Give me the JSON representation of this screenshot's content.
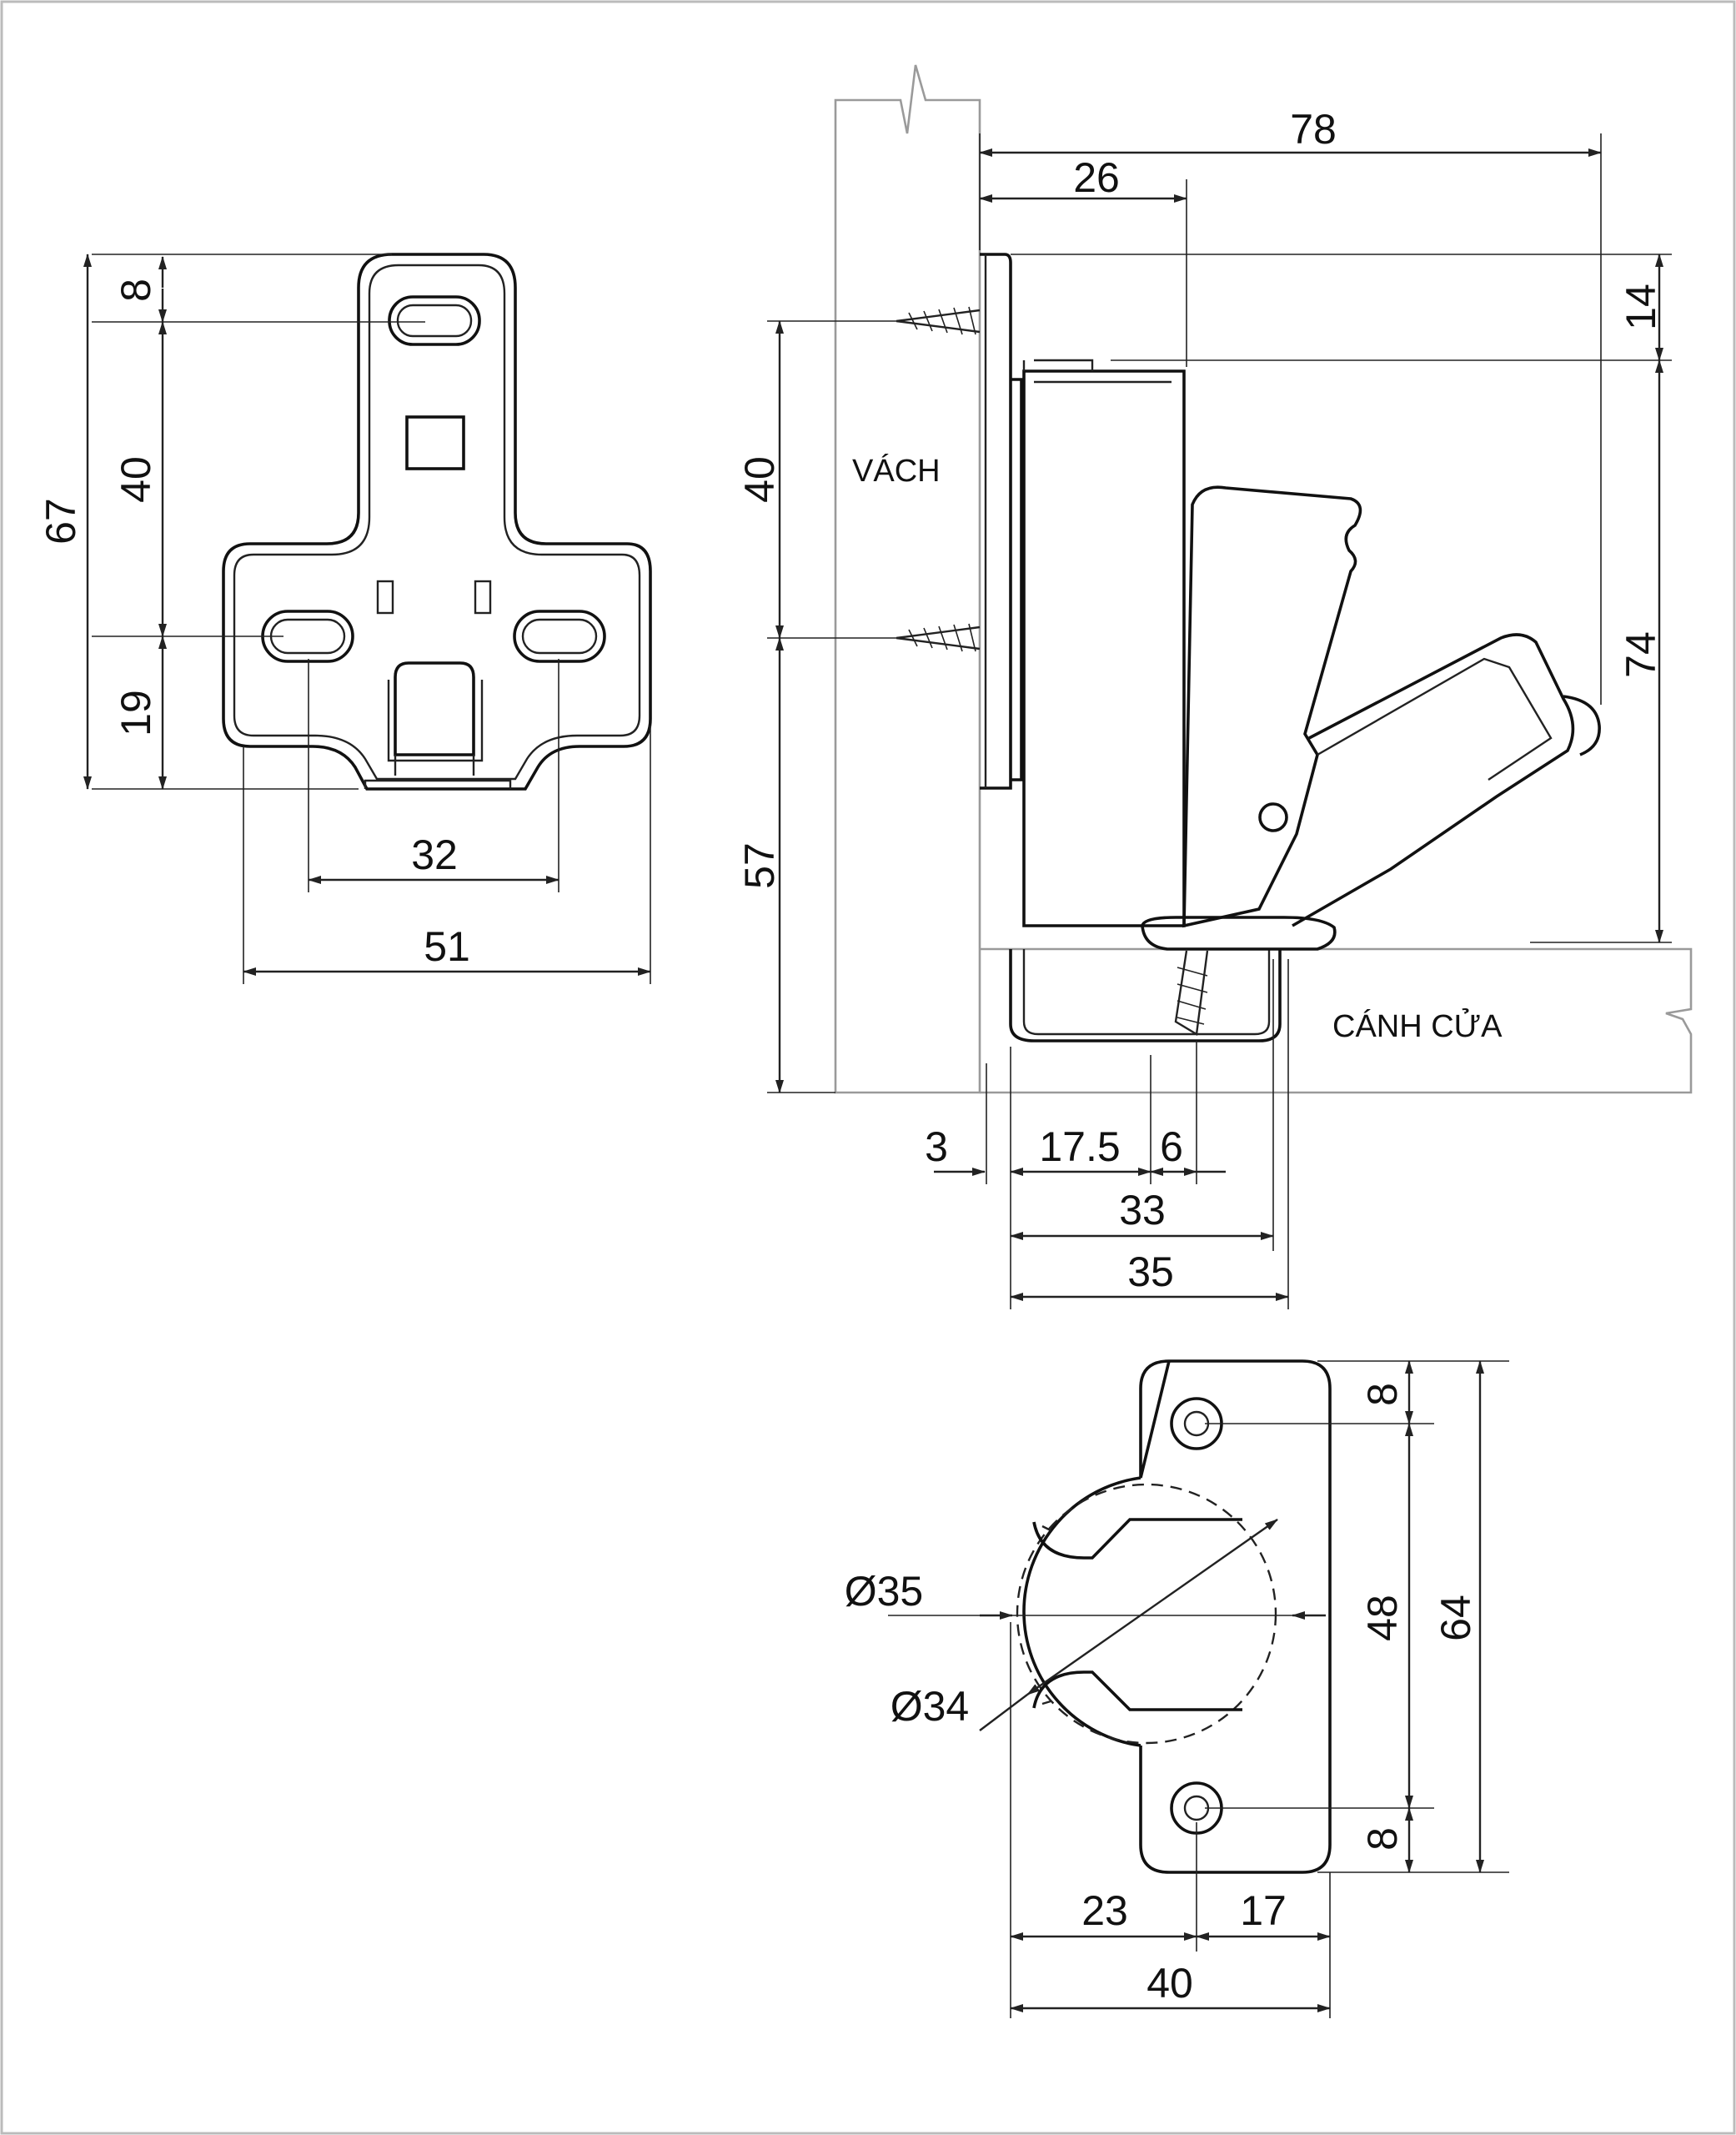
{
  "mounting_plate": {
    "dims": {
      "total_height": "67",
      "top": "8",
      "middle": "40",
      "bottom": "19",
      "hole_spacing": "32",
      "width": "51"
    }
  },
  "side_view": {
    "labels": {
      "cabinet": "VÁCH",
      "door": "CÁNH CỬA"
    },
    "dims": {
      "total": "78",
      "depth": "26",
      "top_offset": "14",
      "height": "74",
      "screw_spacing": "40",
      "lower": "57",
      "gap": "3",
      "cup_to_center": "17.5",
      "screw_offset": "6",
      "cup_depth_33": "33",
      "cup_depth_35": "35"
    }
  },
  "cup_view": {
    "dims": {
      "dia_outer": "Ø35",
      "dia_inner": "Ø34",
      "screw_spacing": "48",
      "height": "64",
      "top_edge": "8",
      "bottom_edge": "8",
      "left": "23",
      "right": "17",
      "width": "40"
    }
  },
  "colors": {
    "line": "#222222",
    "frame": "#9a9a9a",
    "background": "#ffffff"
  }
}
